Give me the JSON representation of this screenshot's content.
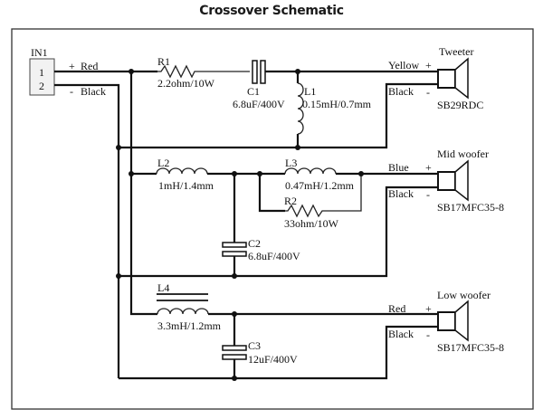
{
  "title": "Crossover Schematic",
  "input": {
    "ref": "IN1",
    "pins": [
      "1",
      "2"
    ],
    "positive": {
      "sign": "+",
      "color_label": "Red"
    },
    "negative": {
      "sign": "-",
      "color_label": "Black"
    }
  },
  "components": {
    "R1": {
      "ref": "R1",
      "value": "2.2ohm/10W"
    },
    "C1": {
      "ref": "C1",
      "value": "6.8uF/400V"
    },
    "L1": {
      "ref": "L1",
      "value": "0.15mH/0.7mm"
    },
    "L2": {
      "ref": "L2",
      "value": "1mH/1.4mm"
    },
    "L3": {
      "ref": "L3",
      "value": "0.47mH/1.2mm"
    },
    "R2": {
      "ref": "R2",
      "value": "33ohm/10W"
    },
    "C2": {
      "ref": "C2",
      "value": "6.8uF/400V"
    },
    "L4": {
      "ref": "L4",
      "value": "3.3mH/1.2mm"
    },
    "C3": {
      "ref": "C3",
      "value": "12uF/400V"
    }
  },
  "speakers": {
    "tweeter": {
      "name": "Tweeter",
      "model": "SB29RDC",
      "pos_wire": "Yellow",
      "neg_wire": "Black",
      "pos_sign": "+",
      "neg_sign": "-"
    },
    "mid": {
      "name": "Mid woofer",
      "model": "SB17MFC35-8",
      "pos_wire": "Blue",
      "neg_wire": "Black",
      "pos_sign": "+",
      "neg_sign": "-"
    },
    "low": {
      "name": "Low woofer",
      "model": "SB17MFC35-8",
      "pos_wire": "Red",
      "neg_wire": "Black",
      "pos_sign": "+",
      "neg_sign": "-"
    }
  }
}
